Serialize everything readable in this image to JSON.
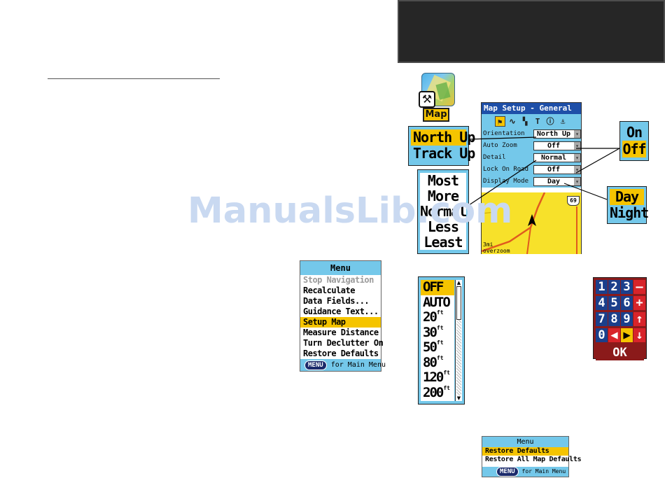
{
  "watermark": "ManualsLib.com",
  "map_icon": {
    "label": "Map"
  },
  "menu1": {
    "title": "Menu",
    "items": [
      {
        "label": "Stop Navigation"
      },
      {
        "label": "Recalculate"
      },
      {
        "label": "Data Fields..."
      },
      {
        "label": "Guidance Text..."
      },
      {
        "label": "Setup Map"
      },
      {
        "label": "Measure Distance"
      },
      {
        "label": "Turn Declutter On"
      },
      {
        "label": "Restore Defaults"
      }
    ],
    "footer_key": "MENU",
    "footer_text": "for Main Menu"
  },
  "map_setup": {
    "title": "Map Setup - General",
    "rows": [
      {
        "label": "Orientation",
        "value": "North Up"
      },
      {
        "label": "Auto Zoom",
        "value": "Off"
      },
      {
        "label": "Detail",
        "value": "Normal"
      },
      {
        "label": "Lock On Road",
        "value": "Off"
      },
      {
        "label": "Display Mode",
        "value": "Day"
      }
    ],
    "map": {
      "shield": "69",
      "scale": "3mi",
      "overzoom": "overzoom"
    }
  },
  "orientation_options": [
    "North Up",
    "Track Up"
  ],
  "detail_options": [
    "Most",
    "More",
    "Normal",
    "Less",
    "Least"
  ],
  "onoff_options": [
    "On",
    "Off"
  ],
  "daynight_options": [
    "Day",
    "Night"
  ],
  "zoom_options": [
    {
      "value": "OFF",
      "unit": ""
    },
    {
      "value": "AUTO",
      "unit": ""
    },
    {
      "value": "20",
      "unit": "ft"
    },
    {
      "value": "30",
      "unit": "ft"
    },
    {
      "value": "50",
      "unit": "ft"
    },
    {
      "value": "80",
      "unit": "ft"
    },
    {
      "value": "120",
      "unit": "ft"
    },
    {
      "value": "200",
      "unit": "ft"
    }
  ],
  "keypad": {
    "keys": [
      "1",
      "2",
      "3",
      "–",
      "4",
      "5",
      "6",
      "+",
      "7",
      "8",
      "9",
      "↑",
      "0",
      "◀",
      "▶",
      "↓"
    ],
    "ok": "OK"
  },
  "menu2": {
    "title": "Menu",
    "items": [
      {
        "label": "Restore Defaults"
      },
      {
        "label": "Restore All Map Defaults"
      }
    ],
    "footer_key": "MENU",
    "footer_text": "for Main Menu"
  },
  "colors": {
    "highlight": "#f5c400",
    "lcd_cyan": "#74c8ea",
    "title_blue": "#1e4fa8",
    "map_yellow": "#f7e12a",
    "road_orange": "#e05a1e",
    "keypad_red": "#8b1a1a"
  }
}
